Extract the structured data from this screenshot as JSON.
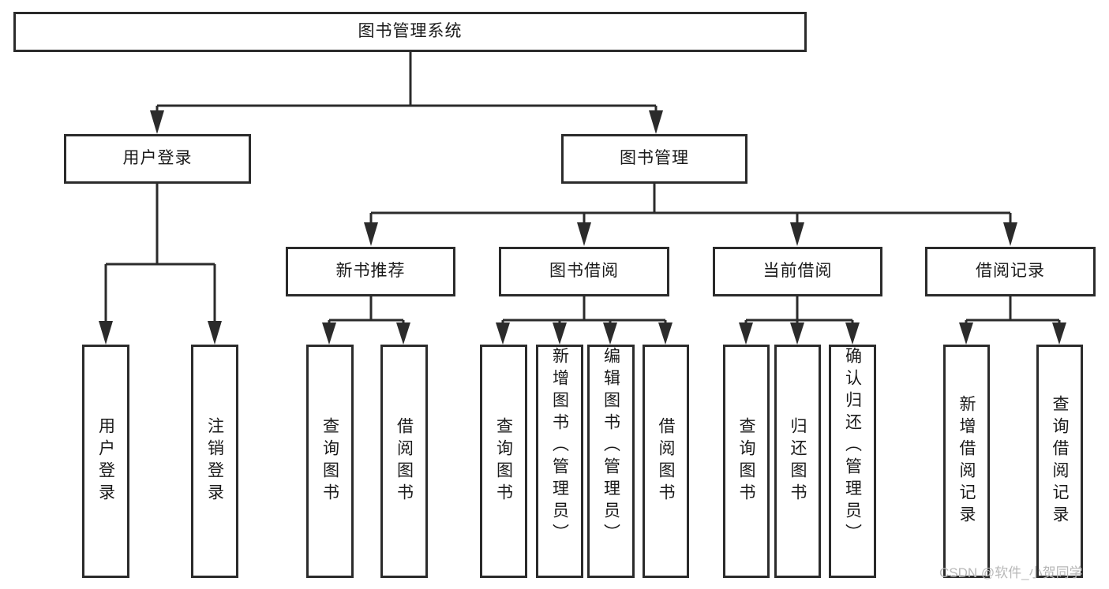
{
  "diagram": {
    "type": "tree",
    "title": "图书管理系统",
    "watermark": "CSDN @软件_小贺同学",
    "line_color": "#2b2b2b",
    "box_fill": "#ffffff",
    "text_color": "#1a1a1a",
    "nodes": {
      "root": "图书管理系统",
      "l1_user_login": "用户登录",
      "l1_book_manage": "图书管理",
      "l2_new_book_rec": "新书推荐",
      "l2_book_borrow": "图书借阅",
      "l2_current_borrow": "当前借阅",
      "l2_borrow_record": "借阅记录",
      "leaf_user_login": "用户登录",
      "leaf_logout": "注销登录",
      "leaf_query_book_a": "查询图书",
      "leaf_borrow_book_a": "借阅图书",
      "leaf_query_book_b": "查询图书",
      "leaf_add_book_admin": "新增图书（管理员）",
      "leaf_edit_book_admin": "编辑图书（管理员）",
      "leaf_borrow_book_b": "借阅图书",
      "leaf_query_book_c": "查询图书",
      "leaf_return_book": "归还图书",
      "leaf_confirm_return_admin": "确认归还（管理员）",
      "leaf_add_record": "新增借阅记录",
      "leaf_query_record": "查询借阅记录"
    }
  }
}
